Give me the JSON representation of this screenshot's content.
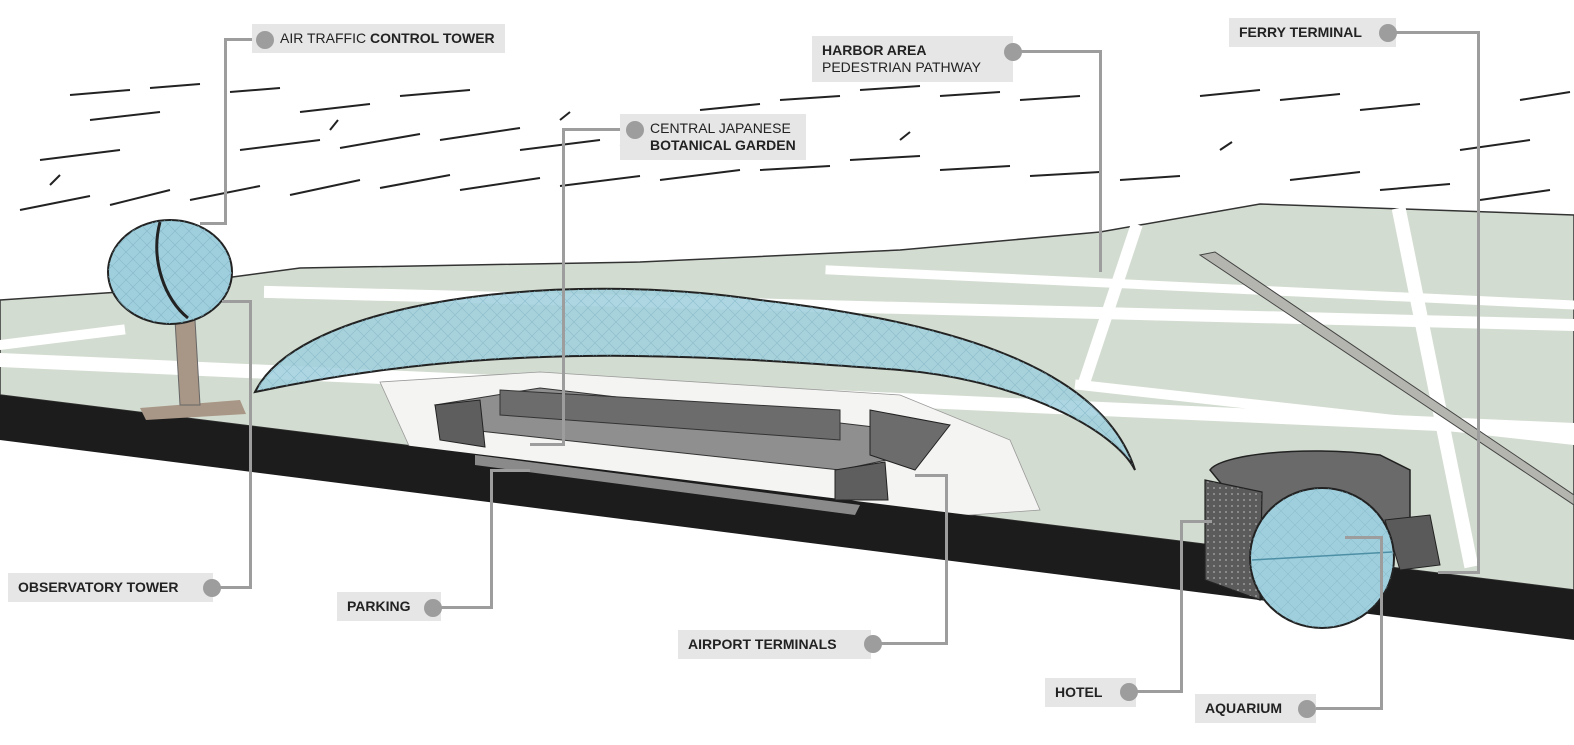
{
  "callouts": {
    "atc_pre": "AIR TRAFFIC ",
    "atc_bold": "CONTROL  TOWER",
    "harbor_line1": "HARBOR AREA",
    "harbor_line2": "PEDESTRIAN PATHWAY",
    "ferry": "FERRY TERMINAL",
    "garden_line1": "CENTRAL JAPANESE",
    "garden_line2": "BOTANICAL GARDEN",
    "observatory": "OBSERVATORY TOWER",
    "parking": "PARKING",
    "airport": "AIRPORT TERMINALS",
    "hotel": "HOTEL",
    "aquarium": "AQUARIUM"
  },
  "colors": {
    "ground": "#d3dcd0",
    "road": "#ffffff",
    "base": "#1c1c1c",
    "glass": "#9fcfdd",
    "terminal": "#6c6c6c",
    "tower": "#a89686",
    "callout_bg": "#e6e6e6",
    "leader": "#9d9d9d"
  }
}
